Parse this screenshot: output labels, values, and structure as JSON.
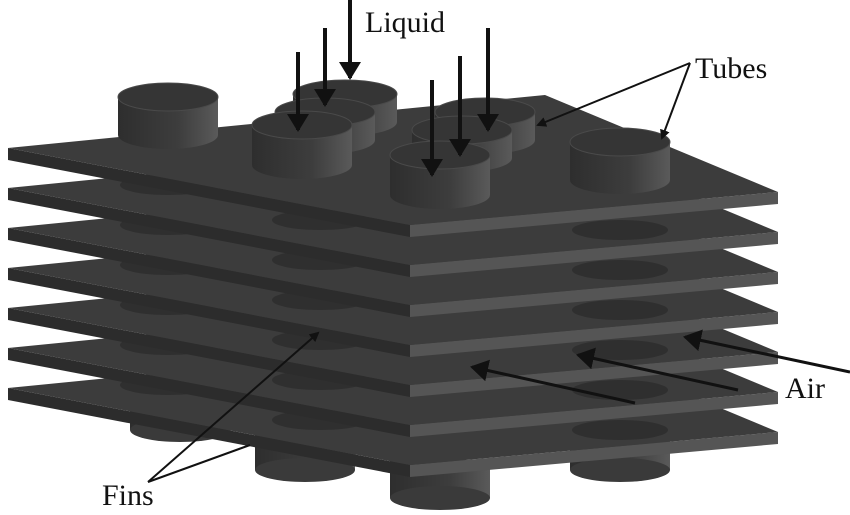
{
  "figure": {
    "title": "Fin-and-tube heat exchanger schematic",
    "labels": {
      "liquid": "Liquid",
      "tubes": "Tubes",
      "air": "Air",
      "fins": "Fins"
    },
    "fin_count": 7,
    "tube_rows": 2,
    "colors": {
      "fin_top": "#3c3c3c",
      "fin_edge": "#555555",
      "tube": "#3a3a3a",
      "arrow": "#111111",
      "background": "#ffffff"
    }
  }
}
